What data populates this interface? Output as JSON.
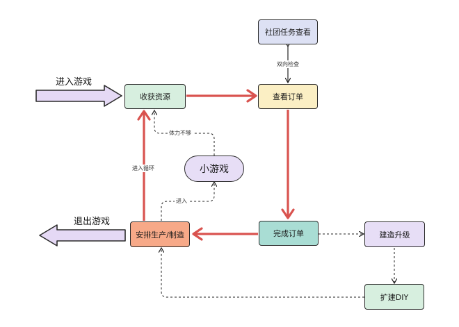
{
  "nodes": {
    "harvest": "收获资源",
    "check_orders": "查看订单",
    "club_tasks": "社团任务查看",
    "complete_orders": "完成订单",
    "produce": "安排生产/制造",
    "build_upgrade": "建造升级",
    "expand_diy": "扩建DIY",
    "minigame": "小游戏"
  },
  "labels": {
    "enter_game": "进入游戏",
    "exit_game": "退出游戏",
    "bidirectional_check": "双向检查",
    "stamina_low": "体力不够",
    "enter_loop": "进入循环",
    "enter": "进入"
  },
  "colors": {
    "red_arrow": "#d9534f",
    "big_arrow_fill": "#e5d9f5",
    "harvest": "#d7efdf",
    "check_orders": "#fbefc4",
    "club_tasks": "#dde1f4",
    "complete_orders": "#a9ddd4",
    "produce": "#f7a988",
    "build_upgrade": "#e7def6",
    "expand_diy": "#d7efdf",
    "minigame": "#e7def6"
  }
}
